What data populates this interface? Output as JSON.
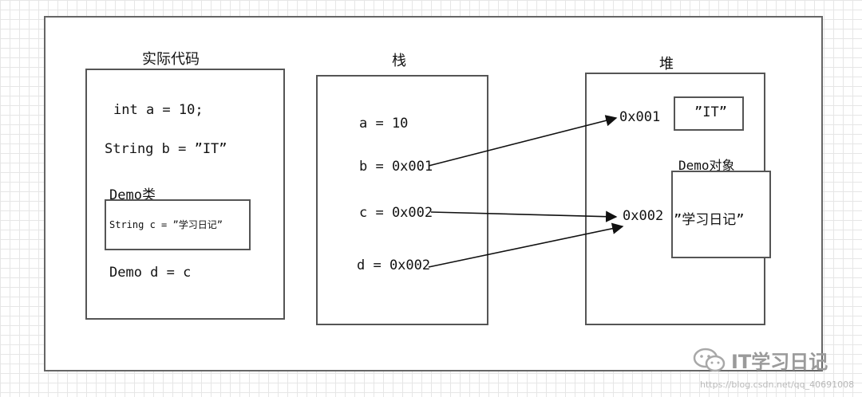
{
  "code_panel": {
    "title": "实际代码",
    "line_int": "int a = 10;",
    "line_string": "String b = ”IT”",
    "demo_class_label": "Demo类",
    "demo_class_line": "String c = ”学习日记”",
    "line_demo": "Demo d = c"
  },
  "stack_panel": {
    "title": "栈",
    "entries": [
      "a = 10",
      "b = 0x001",
      "c = 0x002",
      "d = 0x002"
    ]
  },
  "heap_panel": {
    "title": "堆",
    "addr1": "0x001",
    "value1": "”IT”",
    "demo_object_label": "Demo对象",
    "addr2": "0x002",
    "value2": "”学习日记”"
  },
  "watermark": {
    "brand": "IT学习日记",
    "url": "https://blog.csdn.net/qq_40691008"
  }
}
